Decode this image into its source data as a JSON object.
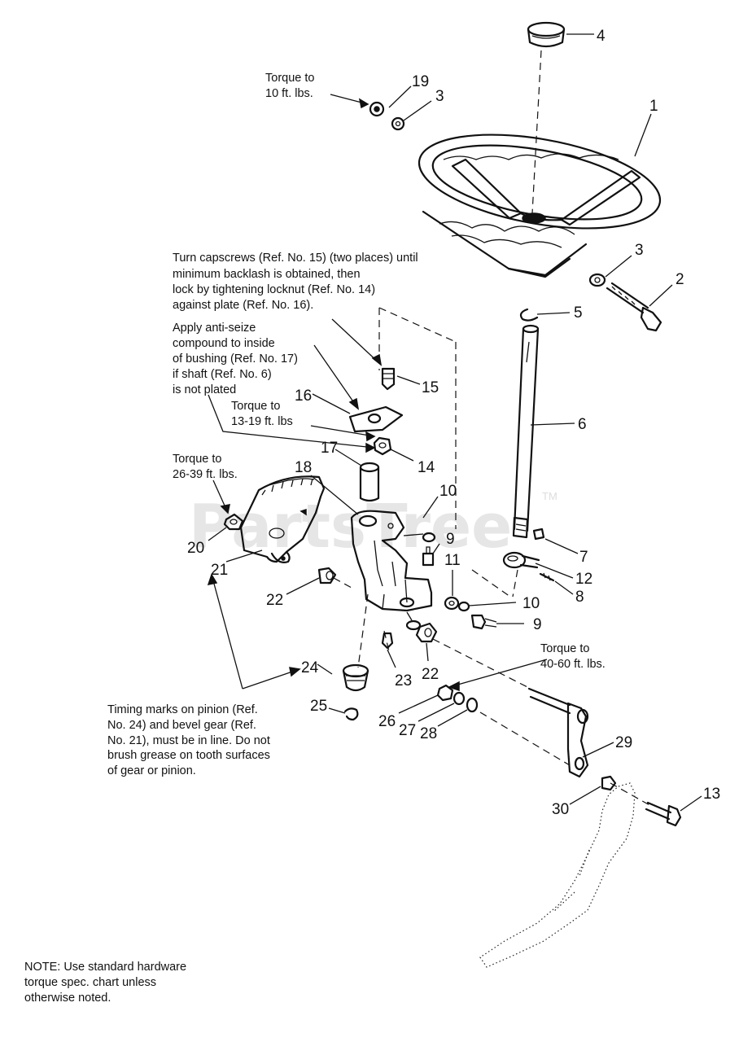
{
  "watermark": {
    "text": "PartsTree",
    "tm": "TM"
  },
  "notes": {
    "torque_19": [
      "Torque to",
      "10 ft. lbs."
    ],
    "backlash": [
      "Turn capscrews (Ref. No. 15) (two places) until",
      "minimum backlash is obtained, then",
      "lock by tightening locknut (Ref. No. 14)",
      "against plate (Ref. No. 16)."
    ],
    "antiseize": [
      "Apply anti-seize",
      "compound to inside",
      "of bushing (Ref. No. 17)",
      "if shaft (Ref. No. 6)",
      "is not plated"
    ],
    "torque_14": [
      "Torque to",
      "13-19 ft. lbs"
    ],
    "torque_20": [
      "Torque to",
      "26-39 ft. lbs."
    ],
    "torque_26": [
      "Torque to",
      "40-60 ft. lbs."
    ],
    "timing": [
      "Timing marks on pinion (Ref.",
      "No. 24) and bevel gear (Ref.",
      "No. 21), must be in line. Do not",
      "brush grease on tooth surfaces",
      "of gear or pinion."
    ],
    "footer": [
      "NOTE: Use standard hardware",
      "torque spec. chart unless",
      "otherwise noted."
    ]
  },
  "callouts": {
    "n1": "1",
    "n2": "2",
    "n3a": "3",
    "n3b": "3",
    "n4": "4",
    "n5": "5",
    "n6": "6",
    "n7": "7",
    "n8": "8",
    "n9a": "9",
    "n9b": "9",
    "n10a": "10",
    "n10b": "10",
    "n11": "11",
    "n12": "12",
    "n13": "13",
    "n14": "14",
    "n15": "15",
    "n16": "16",
    "n17": "17",
    "n18": "18",
    "n19": "19",
    "n20": "20",
    "n21": "21",
    "n22a": "22",
    "n22b": "22",
    "n23": "23",
    "n24": "24",
    "n25": "25",
    "n26": "26",
    "n27": "27",
    "n28": "28",
    "n29": "29",
    "n30": "30"
  }
}
